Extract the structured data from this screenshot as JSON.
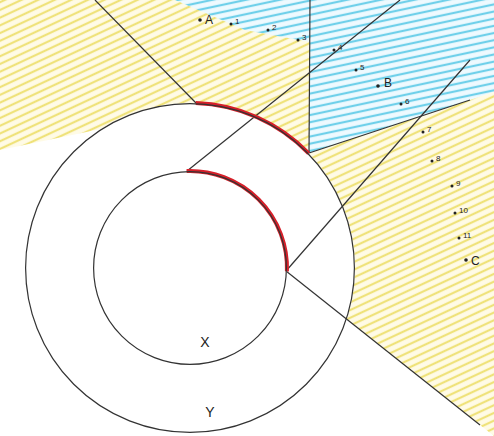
{
  "diagram": {
    "nodes": [
      {
        "text": [
          "Y"
        ]
      },
      {
        "text": [
          "X"
        ],
        "in": 0
      }
    ],
    "labels": [
      "A",
      "1",
      "2",
      "3",
      "4",
      "5",
      "B",
      "6",
      "7",
      "8",
      "9",
      "10",
      "11",
      "C"
    ]
  }
}
